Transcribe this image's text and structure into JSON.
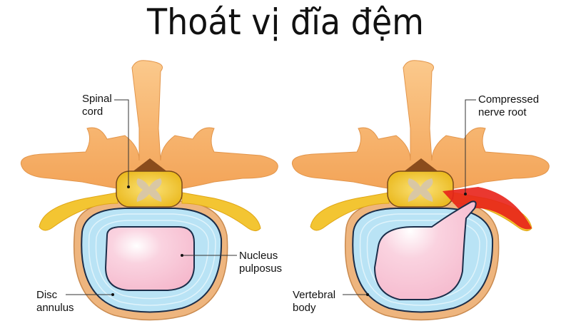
{
  "title": "Thoát vị đĩa đệm",
  "left_panel": {
    "labels": {
      "spinal_cord": [
        "Spinal",
        "cord"
      ],
      "nucleus_pulposus": [
        "Nucleus",
        "pulposus"
      ],
      "disc_annulus": [
        "Disc",
        "annulus"
      ]
    }
  },
  "right_panel": {
    "labels": {
      "compressed_nerve_root": [
        "Compressed",
        "nerve root"
      ],
      "vertebral_body": [
        "Vertebral",
        "body"
      ]
    }
  },
  "colors": {
    "bone": "#f7b36b",
    "nerve": "#f3c532",
    "disc": "#b9e3f5",
    "nucleus": "#f8c6d6",
    "inflamed": "#e8221a"
  }
}
